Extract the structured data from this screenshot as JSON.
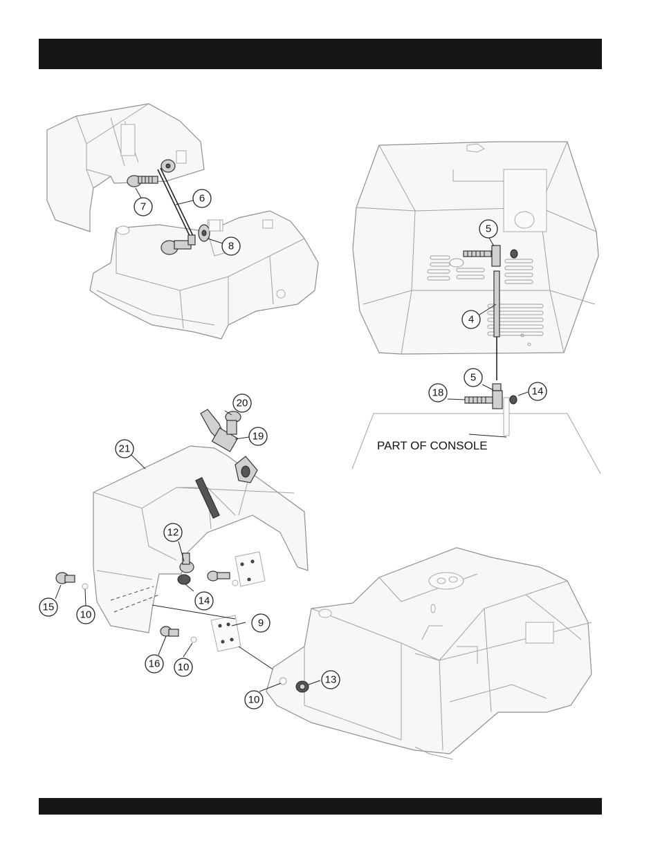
{
  "callouts": {
    "c7": "7",
    "c6": "6",
    "c8": "8",
    "c5a": "5",
    "c4": "4",
    "c5b": "5",
    "c18": "18",
    "c14a": "14",
    "c20": "20",
    "c19": "19",
    "c21": "21",
    "c12": "12",
    "c14b": "14",
    "c15": "15",
    "c10a": "10",
    "c9": "9",
    "c16": "16",
    "c10b": "10",
    "c13": "13",
    "c10c": "10"
  },
  "labels": {
    "part_of_console": "PART OF CONSOLE"
  }
}
